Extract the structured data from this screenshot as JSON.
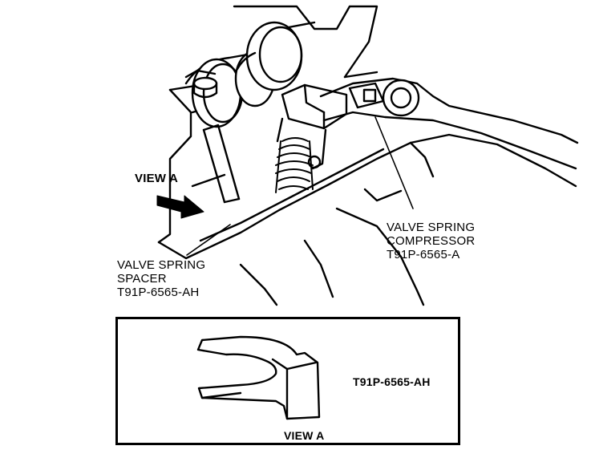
{
  "callouts": {
    "view_arrow_label": "VIEW A",
    "compressor": {
      "line1": "VALVE SPRING",
      "line2": "COMPRESSOR",
      "part": "T91P-6565-A"
    },
    "spacer": {
      "line1": "VALVE SPRING",
      "line2": "SPACER",
      "part": "T91P-6565-AH"
    }
  },
  "detail_view": {
    "part_number": "T91P-6565-AH",
    "caption": "VIEW A"
  }
}
